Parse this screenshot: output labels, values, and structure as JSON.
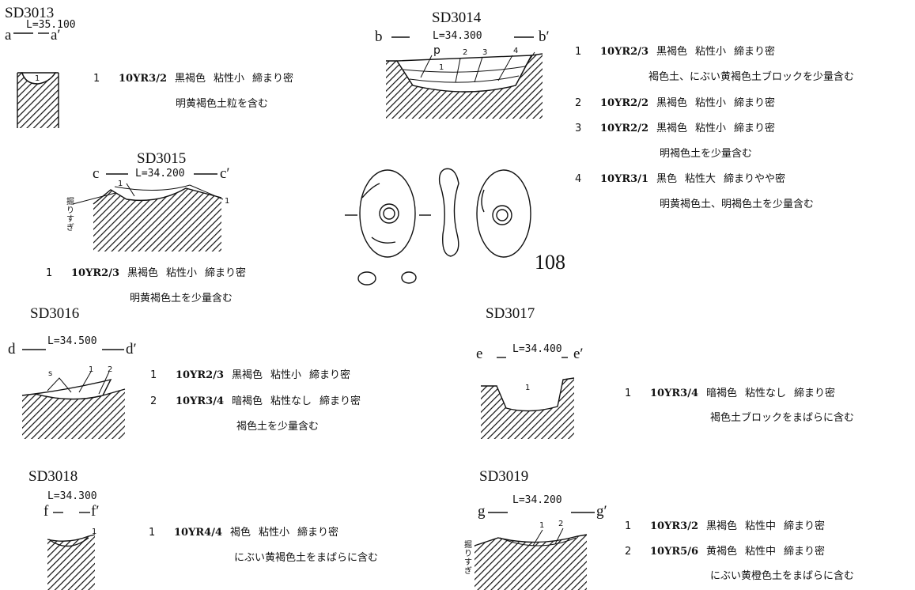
{
  "sections": {
    "sd3013": {
      "title": "SD3013",
      "level": "L=35.100",
      "pt_left": "a",
      "pt_right": "a′",
      "layer_marks": [
        "1"
      ],
      "layers": [
        {
          "no": "1",
          "code": "10YR3/2",
          "color": "黒褐色",
          "viscosity": "粘性小",
          "compaction": "締まり密",
          "note": "明黄褐色土粒を含む"
        }
      ]
    },
    "sd3014": {
      "title": "SD3014",
      "level": "L=34.300",
      "pt_left": "b",
      "pt_right": "b′",
      "layer_marks": [
        "p",
        "1",
        "2",
        "3",
        "4"
      ],
      "layers": [
        {
          "no": "1",
          "code": "10YR2/3",
          "color": "黒褐色",
          "viscosity": "粘性小",
          "compaction": "締まり密",
          "note": "褐色土、にぶい黄褐色土ブロックを少量含む"
        },
        {
          "no": "2",
          "code": "10YR2/2",
          "color": "黒褐色",
          "viscosity": "粘性小",
          "compaction": "締まり密",
          "note": ""
        },
        {
          "no": "3",
          "code": "10YR2/2",
          "color": "黒褐色",
          "viscosity": "粘性小",
          "compaction": "締まり密",
          "note": "明褐色土を少量含む"
        },
        {
          "no": "4",
          "code": "10YR3/1",
          "color": "黒色",
          "viscosity": "粘性大",
          "compaction": "締まりやや密",
          "note": "明黄褐色土、明褐色土を少量含む"
        }
      ]
    },
    "sd3015": {
      "title": "SD3015",
      "level": "L=34.200",
      "pt_left": "c",
      "pt_right": "c′",
      "layer_marks": [
        "1",
        "1"
      ],
      "overdig": "掘りすぎ",
      "layers": [
        {
          "no": "1",
          "code": "10YR2/3",
          "color": "黒褐色",
          "viscosity": "粘性小",
          "compaction": "締まり密",
          "note": "明黄褐色土を少量含む"
        }
      ]
    },
    "sd3016": {
      "title": "SD3016",
      "level": "L=34.500",
      "pt_left": "d",
      "pt_right": "d′",
      "layer_marks": [
        "s",
        "1",
        "2"
      ],
      "layers": [
        {
          "no": "1",
          "code": "10YR2/3",
          "color": "黒褐色",
          "viscosity": "粘性小",
          "compaction": "締まり密",
          "note": ""
        },
        {
          "no": "2",
          "code": "10YR3/4",
          "color": "暗褐色",
          "viscosity": "粘性なし",
          "compaction": "締まり密",
          "note": "褐色土を少量含む"
        }
      ]
    },
    "sd3017": {
      "title": "SD3017",
      "level": "L=34.400",
      "pt_left": "e",
      "pt_right": "e′",
      "layer_marks": [
        "1"
      ],
      "layers": [
        {
          "no": "1",
          "code": "10YR3/4",
          "color": "暗褐色",
          "viscosity": "粘性なし",
          "compaction": "締まり密",
          "note": "褐色土ブロックをまばらに含む"
        }
      ]
    },
    "sd3018": {
      "title": "SD3018",
      "level": "L=34.300",
      "pt_left": "f",
      "pt_right": "f′",
      "layer_marks": [
        "1"
      ],
      "layers": [
        {
          "no": "1",
          "code": "10YR4/4",
          "color": "褐色",
          "viscosity": "粘性小",
          "compaction": "締まり密",
          "note": "にぶい黄褐色土をまばらに含む"
        }
      ]
    },
    "sd3019": {
      "title": "SD3019",
      "level": "L=34.200",
      "pt_left": "g",
      "pt_right": "g′",
      "layer_marks": [
        "1",
        "2"
      ],
      "overdig": "掘りすぎ",
      "layers": [
        {
          "no": "1",
          "code": "10YR3/2",
          "color": "黒褐色",
          "viscosity": "粘性中",
          "compaction": "締まり密",
          "note": ""
        },
        {
          "no": "2",
          "code": "10YR5/6",
          "color": "黄褐色",
          "viscosity": "粘性中",
          "compaction": "締まり密",
          "note": "にぶい黄橙色土をまばらに含む"
        }
      ]
    }
  },
  "artifact": {
    "number": "108"
  }
}
